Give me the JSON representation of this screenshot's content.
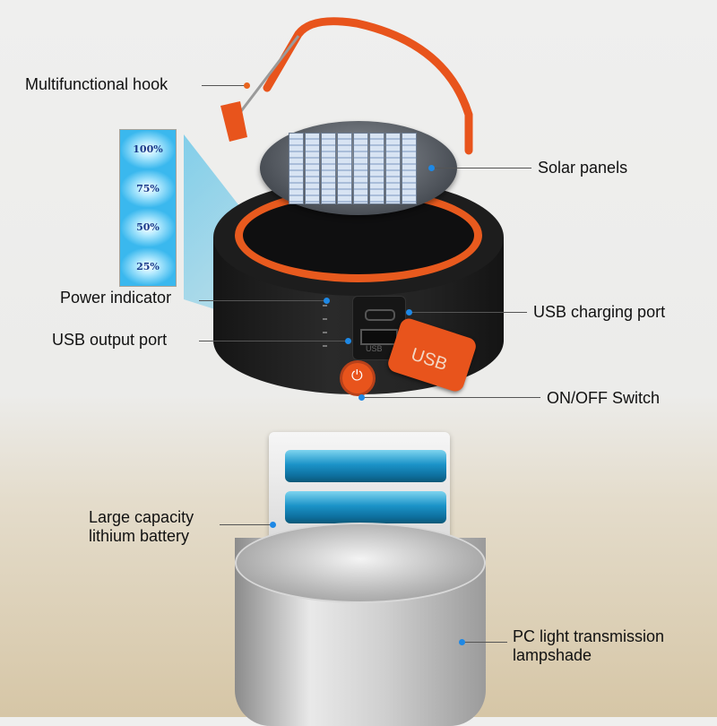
{
  "callouts": {
    "hook": "Multifunctional hook",
    "solar": "Solar panels",
    "power_indicator": "Power indicator",
    "usb_output": "USB output port",
    "usb_charging": "USB charging port",
    "on_off": "ON/OFF Switch",
    "battery_line1": "Large capacity",
    "battery_line2": "lithium battery",
    "lampshade_line1": "PC light transmission",
    "lampshade_line2": "lampshade"
  },
  "indicator_levels": [
    "100%",
    "75%",
    "50%",
    "25%"
  ],
  "product_text": {
    "port_label": "USB",
    "cap_label": "USB",
    "power_symbol": "⏻"
  },
  "colors": {
    "accent_orange": "#e8541c",
    "callout_blue": "#1e88e5",
    "body_black": "#202020",
    "battery_blue": "#1b93c8"
  }
}
